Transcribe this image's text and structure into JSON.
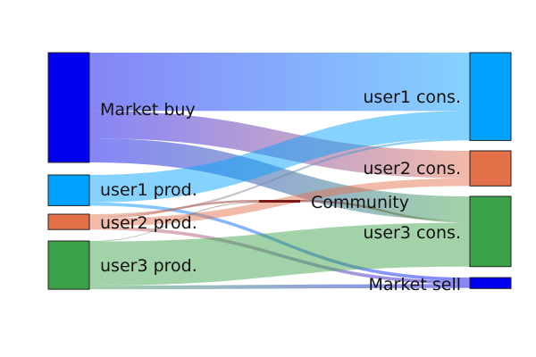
{
  "chart_data": {
    "type": "sankey",
    "nodes": [
      {
        "id": "mb",
        "label": "Market buy",
        "color": "#0000ee",
        "value": 100
      },
      {
        "id": "u1p",
        "label": "user1 prod.",
        "color": "#00a2ff",
        "value": 28
      },
      {
        "id": "u2p",
        "label": "user2 prod.",
        "color": "#e4704a",
        "value": 14
      },
      {
        "id": "u3p",
        "label": "user3 prod.",
        "color": "#3ca24a",
        "value": 44
      },
      {
        "id": "com",
        "label": "Community",
        "color": "#7b1a1a",
        "value": 2
      },
      {
        "id": "u1c",
        "label": "user1 cons.",
        "color": "#00a2ff",
        "value": 80
      },
      {
        "id": "u2c",
        "label": "user2 cons.",
        "color": "#e4704a",
        "value": 32
      },
      {
        "id": "u3c",
        "label": "user3 cons.",
        "color": "#3ca24a",
        "value": 64
      },
      {
        "id": "ms",
        "label": "Market sell",
        "color": "#0000ee",
        "value": 10
      }
    ],
    "links": [
      {
        "source": "mb",
        "target": "u1c",
        "value": 53
      },
      {
        "source": "mb",
        "target": "u2c",
        "value": 25
      },
      {
        "source": "mb",
        "target": "u3c",
        "value": 22
      },
      {
        "source": "u1p",
        "target": "u1c",
        "value": 25
      },
      {
        "source": "u1p",
        "target": "ms",
        "value": 3
      },
      {
        "source": "u2p",
        "target": "com",
        "value": 2
      },
      {
        "source": "u2p",
        "target": "u1c",
        "value": 2
      },
      {
        "source": "u2p",
        "target": "u2c",
        "value": 7
      },
      {
        "source": "u2p",
        "target": "ms",
        "value": 3
      },
      {
        "source": "u3p",
        "target": "com",
        "value": 0.5
      },
      {
        "source": "u3p",
        "target": "u3c",
        "value": 40
      },
      {
        "source": "u3p",
        "target": "ms",
        "value": 3.5
      },
      {
        "source": "com",
        "target": "u3c",
        "value": 2
      }
    ]
  }
}
